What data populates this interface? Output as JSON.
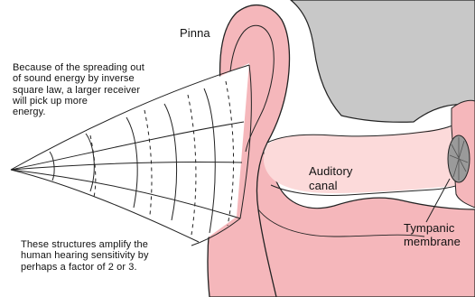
{
  "labels": {
    "pinna": "Pinna",
    "spreading_note": "Because of the spreading out\nof sound energy by inverse\nsquare law, a larger receiver\nwill pick up more\nenergy.",
    "amplify_note": "These structures amplify the\nhuman hearing sensitivity by\nperhaps a factor of 2 or 3.",
    "auditory_canal": "Auditory\ncanal",
    "tympanic_membrane": "Tympanic\nmembrane"
  },
  "colors": {
    "skin_pink": "#f5b7bb",
    "skin_light": "#fcdada",
    "outline": "#222222",
    "bone_gray": "#c8c8c8",
    "membrane_gray": "#9a9a9a"
  }
}
